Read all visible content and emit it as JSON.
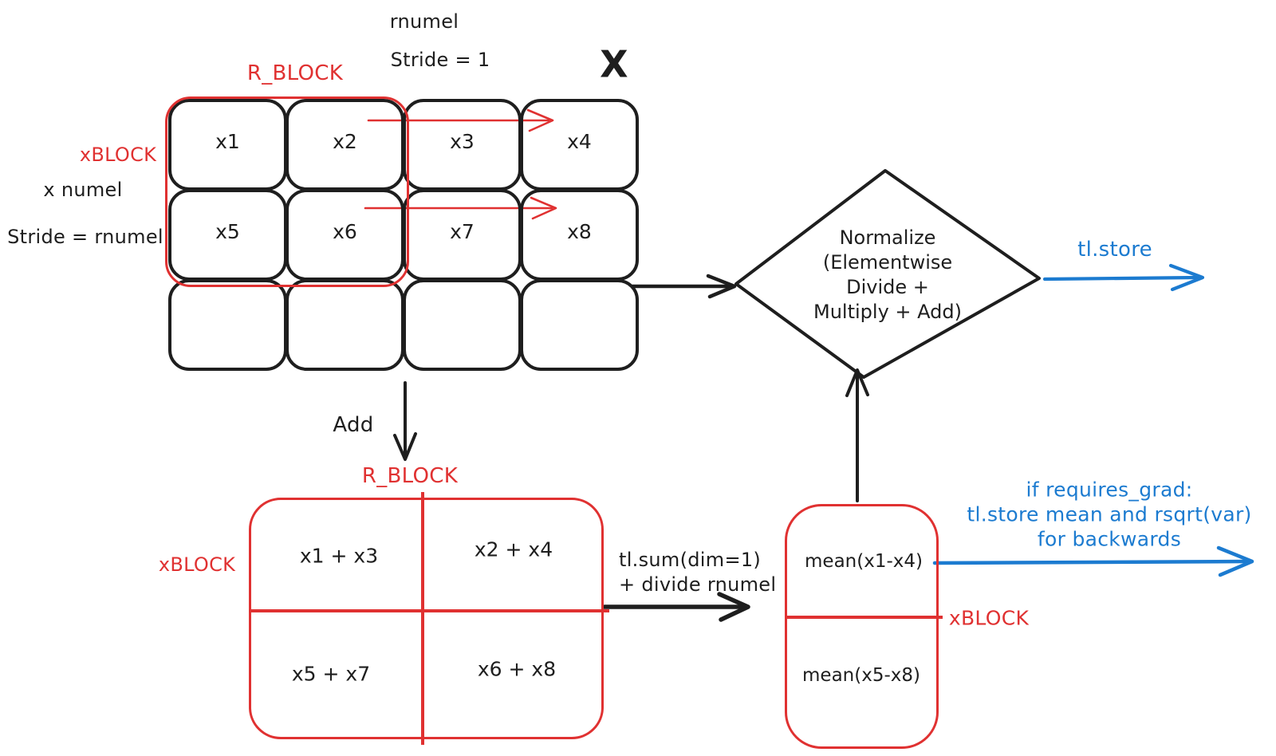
{
  "colors": {
    "ink": "#1e1e1e",
    "red": "#e03131",
    "blue": "#1c7bd0"
  },
  "matrix_x": {
    "label_rnumel": "rnumel",
    "label_stride_row": "Stride = 1",
    "label_x": "X",
    "label_r_block": "R_BLOCK",
    "label_xblock": "xBLOCK",
    "label_x_numel": "x numel",
    "label_stride_col": "Stride = rnumel",
    "cells": [
      "x1",
      "x2",
      "x3",
      "x4",
      "x5",
      "x6",
      "x7",
      "x8",
      "",
      "",
      "",
      ""
    ]
  },
  "add_step": {
    "label": "Add"
  },
  "sum_matrix": {
    "label_r_block": "R_BLOCK",
    "label_xblock": "xBLOCK",
    "cells": [
      "x1 + x3",
      "x2 + x4",
      "x5 + x7",
      "x6 + x8"
    ]
  },
  "sum_step": {
    "label": "tl.sum(dim=1)\n+ divide rnumel"
  },
  "mean_matrix": {
    "label_xblock": "xBLOCK",
    "cells": [
      "mean(x1-x4)",
      "mean(x5-x8)"
    ]
  },
  "normalize_node": {
    "label": "Normalize\n(Elementwise\nDivide +\nMultiply + Add)"
  },
  "store_step": {
    "label": "tl.store"
  },
  "backwards_step": {
    "label": "if requires_grad:\ntl.store mean and rsqrt(var)\nfor backwards"
  }
}
